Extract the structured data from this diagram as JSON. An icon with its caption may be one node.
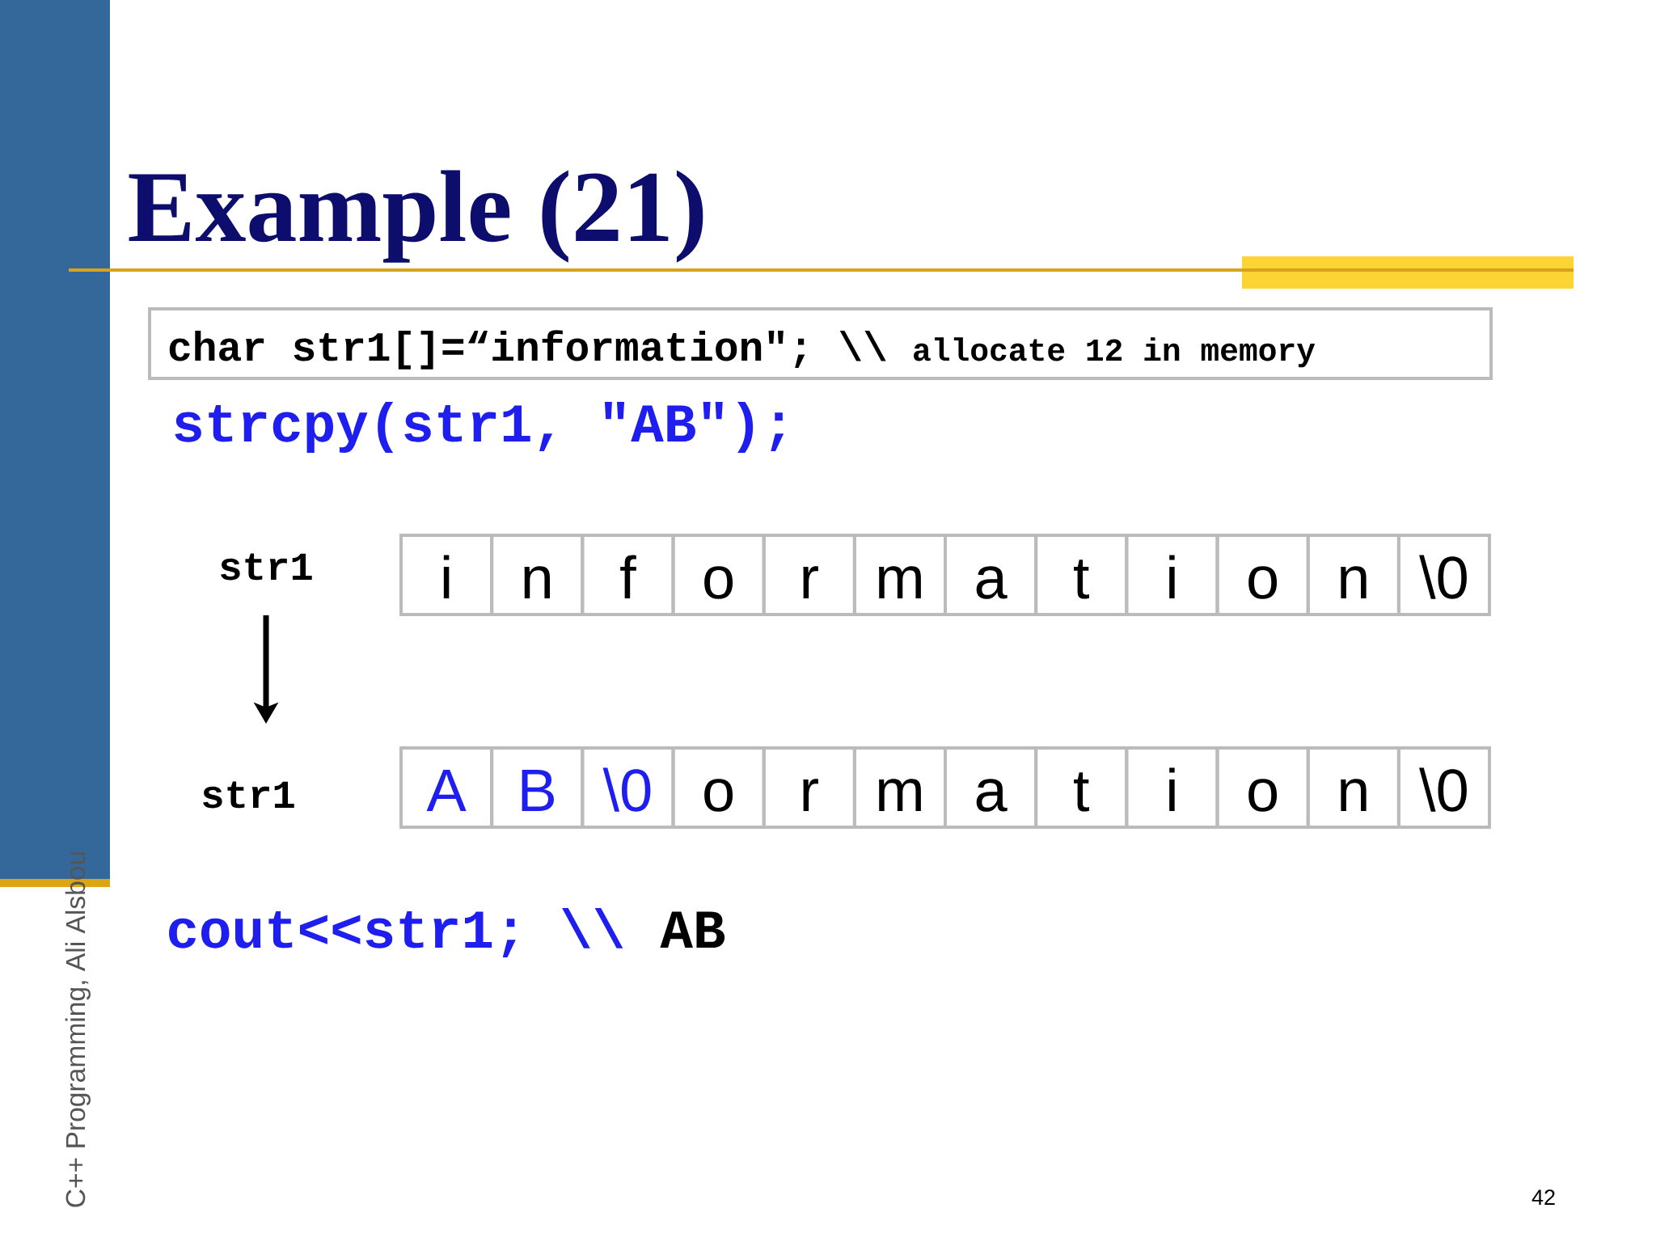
{
  "diagram": {
    "title": "Example (21)",
    "nodes": [
      {
        "text": [
          "char str1[]=“information\"; \\\\",
          "allocate 12 in memory"
        ]
      },
      {
        "text": [
          "str1"
        ]
      },
      {
        "text": [
          "i"
        ]
      },
      {
        "text": [
          "n"
        ]
      },
      {
        "text": [
          "f"
        ]
      },
      {
        "text": [
          "o"
        ]
      },
      {
        "text": [
          "r"
        ]
      },
      {
        "text": [
          "m"
        ]
      },
      {
        "text": [
          "a"
        ]
      },
      {
        "text": [
          "t"
        ]
      },
      {
        "text": [
          "i"
        ]
      },
      {
        "text": [
          "o"
        ]
      },
      {
        "text": [
          "n"
        ]
      },
      {
        "text": [
          "\\0"
        ]
      },
      {
        "text": [
          "str1"
        ]
      },
      {
        "text": [
          "A"
        ]
      },
      {
        "text": [
          "B"
        ]
      },
      {
        "text": [
          "\\0"
        ]
      },
      {
        "text": [
          "o"
        ]
      },
      {
        "text": [
          "r"
        ]
      },
      {
        "text": [
          "m"
        ]
      },
      {
        "text": [
          "a"
        ]
      },
      {
        "text": [
          "t"
        ]
      },
      {
        "text": [
          "i"
        ]
      },
      {
        "text": [
          "o"
        ]
      },
      {
        "text": [
          "n"
        ]
      },
      {
        "text": [
          "\\0"
        ]
      }
    ],
    "edges": [
      {
        "from": 1,
        "to": 14,
        "arrow": "to"
      }
    ],
    "labels": [
      "strcpy(str1, \"AB\");",
      "cout<<str1; \\\\",
      "AB",
      "C++ Programming, Ali Alsbou",
      "42"
    ]
  }
}
